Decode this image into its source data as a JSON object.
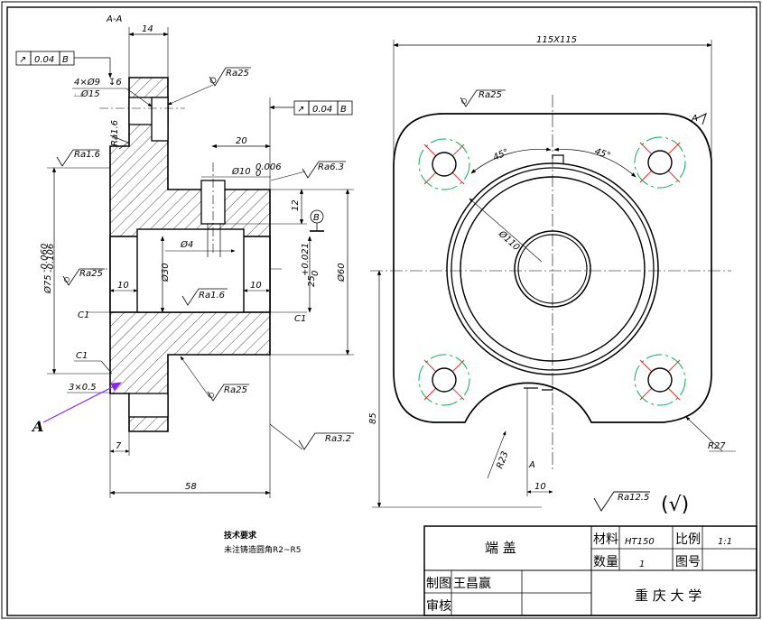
{
  "section_label": "A-A",
  "view_label_A": "A",
  "datum_B": "B",
  "tolerance": {
    "symbol": "↗",
    "value": "0.04",
    "datum": "B"
  },
  "dims": {
    "flange_thk": "14",
    "holes": "4×Ø9",
    "holes_depth": "↧6",
    "counterbore": "⌴Ø15",
    "hub_len": "20",
    "pin_hole": "Ø10",
    "pin_hole_tol_up": "0.006",
    "pin_hole_tol_lo": "0",
    "pin_depth": "12",
    "small_hole": "Ø4",
    "bore": "Ø30",
    "d75": "Ø75",
    "d75_tol_up": "-0.060",
    "d75_tol_lo": "-0.106",
    "bore_len_l": "10",
    "bore_len_r": "10",
    "d25": "25",
    "d25_tol_up": "+0.021",
    "d25_tol_lo": "0",
    "d60": "Ø60",
    "ch_c1_a": "C1",
    "ch_c1_b": "C1",
    "ch_c1_c": "C1",
    "groove": "3×0.5",
    "w7": "7",
    "total_len": "58",
    "square": "115X115",
    "d110": "Ø110",
    "angle_l": "45°",
    "angle_r": "45°",
    "h85": "85",
    "r23": "R23",
    "r27": "R27",
    "w10": "10"
  },
  "roughness": {
    "r25_top": "Ra25",
    "r16_top": "Ra1.6",
    "r16_left": "Ra1.6",
    "r63": "Ra6.3",
    "r25_left": "Ra25",
    "r16_bore": "Ra1.6",
    "r25_bottom": "Ra25",
    "r32": "Ra3.2",
    "r25_front": "Ra25",
    "general": "Ra12.5",
    "general_paren": "(√)"
  },
  "notes": {
    "title": "技术要求",
    "text": "未注铸造圆角R2~R5"
  },
  "title_block": {
    "part_name": "端  盖",
    "material_label": "材料",
    "material": "HT150",
    "scale_label": "比例",
    "scale": "1:1",
    "qty_label": "数量",
    "qty": "1",
    "drawing_no_label": "图号",
    "drawn_label": "制图",
    "drawn_by": "王昌赢",
    "check_label": "审核",
    "school": "重 庆 大 学"
  },
  "colors": {
    "line": "#000000",
    "center_green": "#00b050",
    "center_red": "#e02020",
    "arrow_purple": "#8a2be2"
  }
}
